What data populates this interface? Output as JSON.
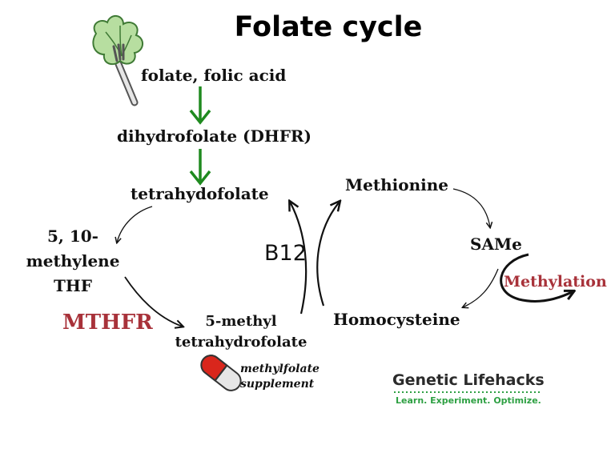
{
  "title": "Folate cycle",
  "nodes": {
    "folate": "folate, folic acid",
    "dhfr": "dihydrofolate (DHFR)",
    "thf": "tetrahydofolate",
    "methylene_l1": "5, 10-",
    "methylene_l2": "methylene",
    "methylene_l3": "THF",
    "methyl_thf_l1": "5-methyl",
    "methyl_thf_l2": "tetrahydrofolate",
    "methionine": "Methionine",
    "same": "SAMe",
    "homocysteine": "Homocysteine"
  },
  "labels": {
    "mthfr": "MTHFR",
    "b12": "B12",
    "methylation": "Methylation"
  },
  "supplement": {
    "line1": "methylfolate",
    "line2": "supplement"
  },
  "brand": {
    "name": "Genetic Lifehacks",
    "tagline": "Learn. Experiment. Optimize."
  },
  "colors": {
    "green_arrow": "#1f8a1f",
    "enzyme_red": "#a8323a",
    "brand_green": "#2ea043",
    "pill_red": "#d9261c"
  },
  "icons": [
    "lettuce-fork-icon",
    "capsule-pill-icon"
  ]
}
